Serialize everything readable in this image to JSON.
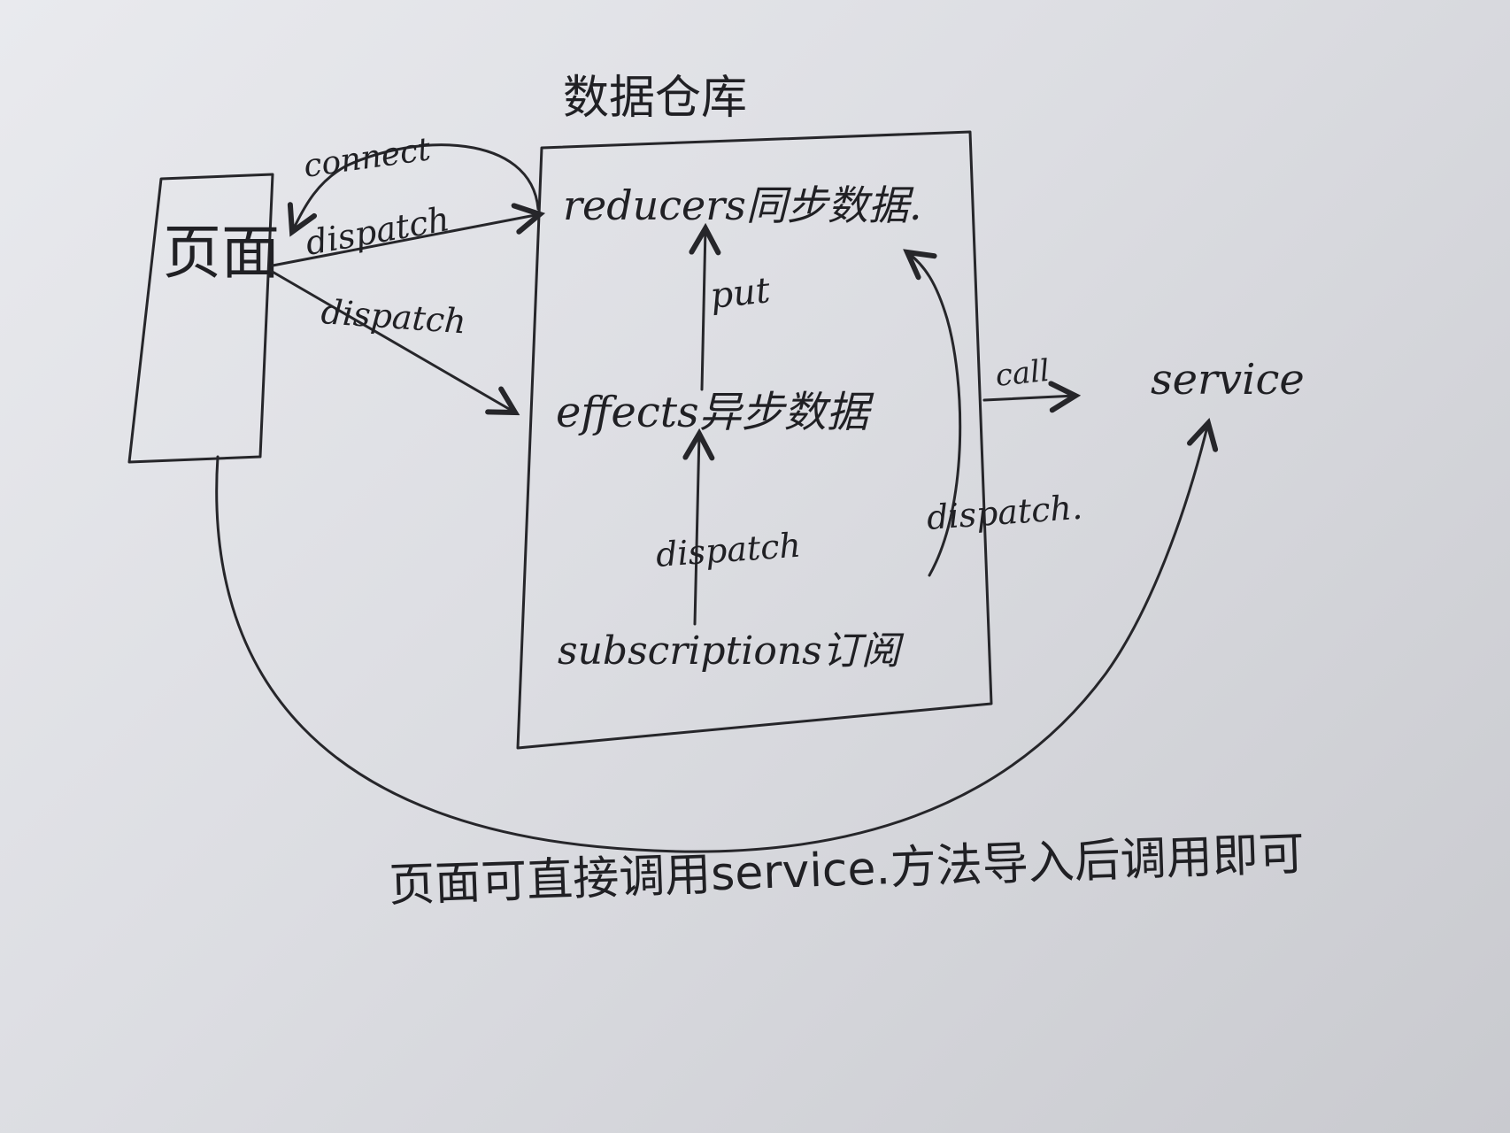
{
  "diagram": {
    "store_title": "数据仓库",
    "page_label": "页面",
    "reducers_label": "reducers同步数据.",
    "effects_label": "effects异步数据",
    "subscriptions_label": "subscriptions订阅",
    "service_label": "service",
    "edges": {
      "connect": "connect",
      "dispatch_to_page": "dispatch",
      "dispatch_to_effects": "dispatch",
      "put": "put",
      "call": "call",
      "dispatch_sub_to_effects": "dispatch",
      "dispatch_sub_to_reducers": "dispatch."
    },
    "footnote": "页面可直接调用service.方法导入后调用即可"
  }
}
